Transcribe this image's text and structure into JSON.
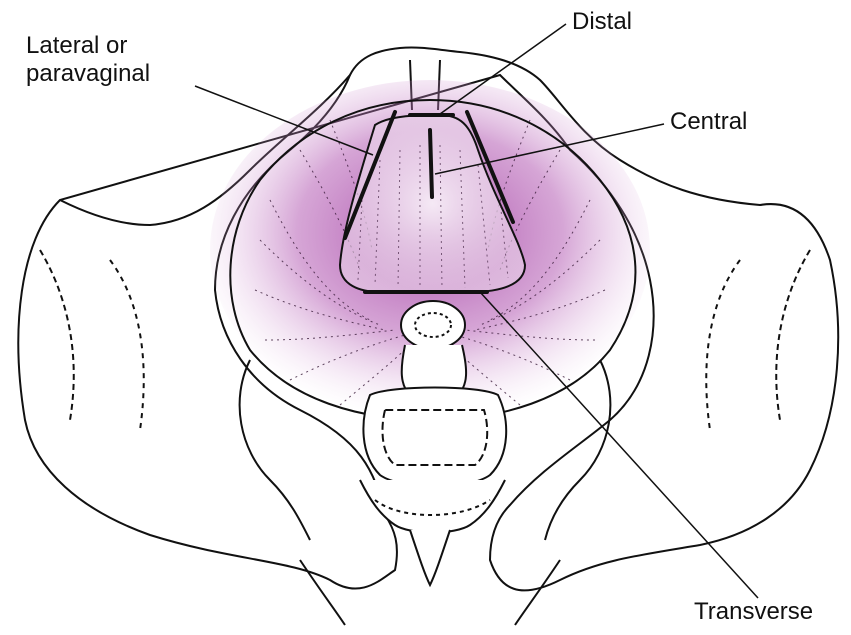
{
  "labels": {
    "lateral_line1": "Lateral or",
    "lateral_line2": "paravaginal",
    "distal": "Distal",
    "central": "Central",
    "transverse": "Transverse"
  },
  "colors": {
    "outline": "#111111",
    "tissue_tint": "#9b2f9b",
    "background": "#ffffff"
  }
}
